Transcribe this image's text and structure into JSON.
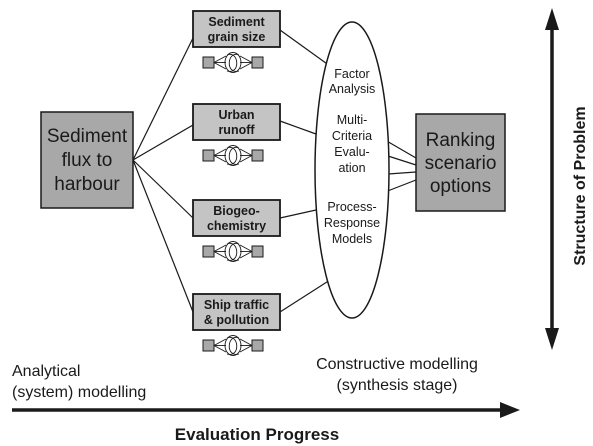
{
  "source_box": {
    "lines": [
      "Sediment",
      "flux to",
      "harbour"
    ]
  },
  "factor_boxes": [
    {
      "lines": [
        "Sediment",
        "grain size"
      ]
    },
    {
      "lines": [
        "Urban",
        "runoff"
      ]
    },
    {
      "lines": [
        "Biogeo-",
        "chemistry"
      ]
    },
    {
      "lines": [
        "Ship traffic",
        "& pollution"
      ]
    }
  ],
  "methods_ellipse": {
    "factor_analysis": [
      "Factor",
      "Analysis"
    ],
    "multi_criteria": [
      "Multi-",
      "Criteria",
      "Evalu-",
      "ation"
    ],
    "process_response": [
      "Process-",
      "Response",
      "Models"
    ]
  },
  "result_box": {
    "lines": [
      "Ranking",
      "scenario",
      "options"
    ]
  },
  "stage_labels": {
    "analytical": [
      "Analytical",
      "(system) modelling"
    ],
    "constructive": [
      "Constructive modelling",
      "(synthesis stage)"
    ]
  },
  "axes": {
    "x_label": "Evaluation Progress",
    "y_label": "Structure of Problem"
  },
  "colors": {
    "box_fill": "#a8a8a8",
    "factor_fill": "#c4c4c4",
    "line": "#1a1a1a"
  }
}
